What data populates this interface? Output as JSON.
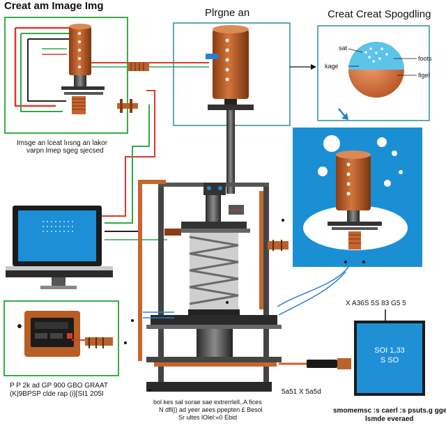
{
  "titles": {
    "top_left": "Creat am Image Img",
    "top_center": "Plrgne an",
    "top_right": "Creat Creat Spogdling"
  },
  "captions": {
    "top_left_note_line1": "Imsge an lceat lıısng an lakor",
    "top_left_note_line2": "varpn lmep sgeg sjecsed",
    "bottom_left_line1": "P P 2k ad GP 900 GBO GRAAT",
    "bottom_left_line2": "(K|9BPSP clde rap (i}[SI1 205I",
    "bottom_center_line1": "bol kes sal sorae sae extrerrlell..A fices",
    "bottom_center_line2": "N dfli}) ad yeer aees ppepten £ Besol",
    "bottom_center_line3": "Sr ultes lOlel:«0 Ebid",
    "right_mid": "X A36S 5S 83 G5 5",
    "bottom_right_label": "5a51 X 5a5d",
    "bottom_right_line1": "smomemsc :s caerl :s psuts.g gge",
    "bottom_right_line2": "lsmde everaed"
  },
  "zoom_labels": {
    "sat": "sat",
    "kage": "kage",
    "foots": "foots",
    "figel": "figel"
  },
  "display": {
    "line1": "SOI 1,33",
    "line2": "S SO"
  },
  "colors": {
    "green_frame": "#3aaa4a",
    "teal_frame": "#2a8f92",
    "copper": "#c0602a",
    "blue_panel": "#1b8fd3",
    "wire_red": "#d83a2a",
    "wire_green": "#2fa84a",
    "wire_blue": "#2a7fd0"
  }
}
